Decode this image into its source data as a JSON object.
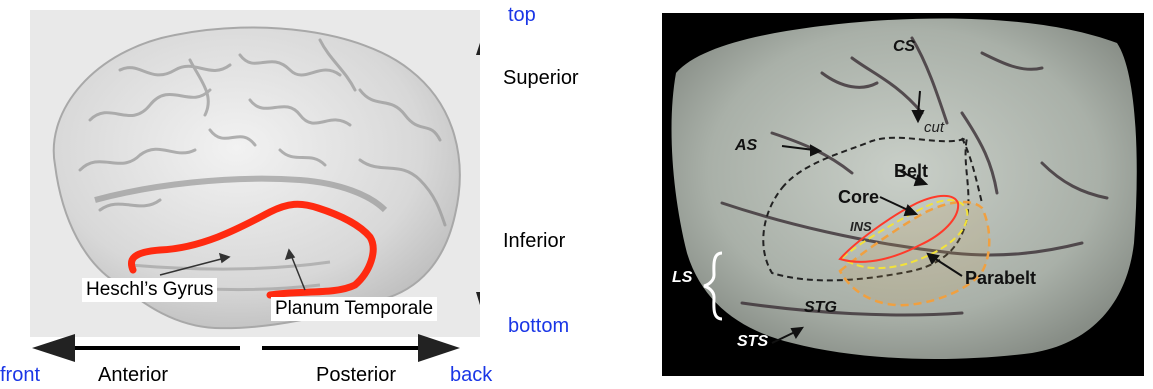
{
  "left_panel": {
    "labels": {
      "heschl": "Heschl’s Gyrus",
      "planum": "Planum Temporale"
    },
    "directions": {
      "superior": "Superior",
      "inferior": "Inferior",
      "anterior": "Anterior",
      "posterior": "Posterior",
      "top": "top",
      "bottom": "bottom",
      "front": "front",
      "back": "back"
    },
    "colors": {
      "outline": "#ff2a10",
      "direction_text": "#1a36e6"
    }
  },
  "right_panel": {
    "labels": {
      "cs": "CS",
      "as": "AS",
      "cut": "cut",
      "belt": "Belt",
      "core": "Core",
      "ins": "INS",
      "parabelt": "Parabelt",
      "ls": "LS",
      "stg": "STG",
      "sts": "STS"
    },
    "colors": {
      "core_outline": "#ff3a2a",
      "belt_outline": "#f2e23a",
      "parabelt_outline": "#f0a040",
      "background": "#000000"
    }
  }
}
